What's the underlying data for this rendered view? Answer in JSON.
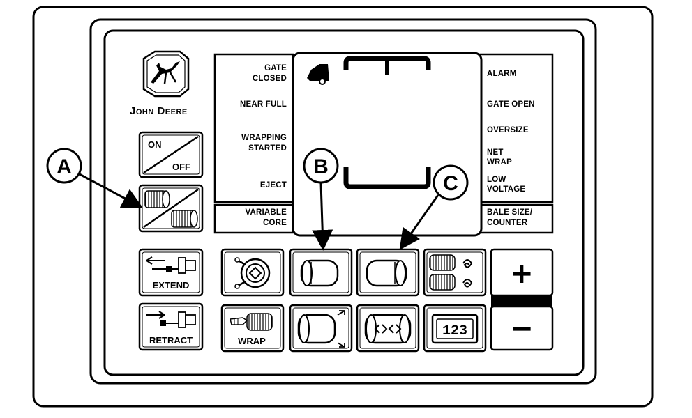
{
  "brand": {
    "name": "John Deere"
  },
  "power_key": {
    "on_label": "ON",
    "off_label": "OFF"
  },
  "left_labels": {
    "gate_closed": [
      "GATE",
      "CLOSED"
    ],
    "near_full": "NEAR FULL",
    "wrapping_started": [
      "WRAPPING",
      "STARTED"
    ],
    "eject": "EJECT",
    "variable_core": [
      "VARIABLE",
      "CORE"
    ]
  },
  "right_labels": {
    "alarm": "ALARM",
    "gate_open": "GATE OPEN",
    "oversize": "OVERSIZE",
    "net_wrap": [
      "NET",
      "WRAP"
    ],
    "low_voltage": [
      "LOW",
      "VOLTAGE"
    ],
    "bale_size_counter": [
      "BALE SIZE/",
      "COUNTER"
    ]
  },
  "buttons": {
    "extend_label": "EXTEND",
    "retract_label": "RETRACT",
    "wrap_label": "WRAP",
    "counter_digits": "123",
    "plus_label": "+",
    "minus_label": "−"
  },
  "callouts": {
    "a": "A",
    "b": "B",
    "c": "C"
  }
}
